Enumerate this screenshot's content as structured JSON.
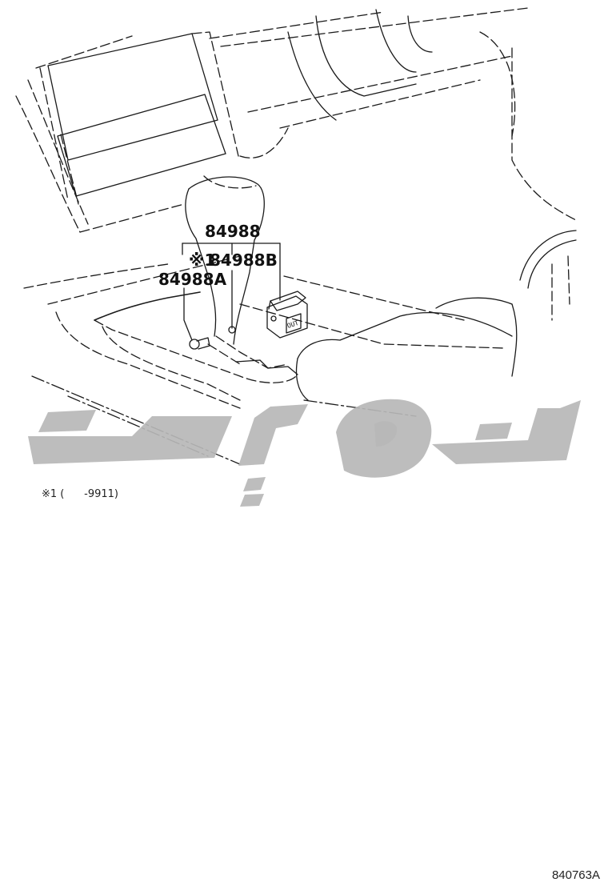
{
  "callouts": {
    "main_part": "84988",
    "part_b_marker": "※1",
    "part_b": "84988B",
    "part_a": "84988A"
  },
  "switch_label": "OUT",
  "footnote": "※1 (      -9911)",
  "figure_code": "840763A",
  "colors": {
    "line": "#1a1a1a",
    "watermark": "#b7b7b7"
  },
  "watermark_icon": "brand-logo-watermark"
}
